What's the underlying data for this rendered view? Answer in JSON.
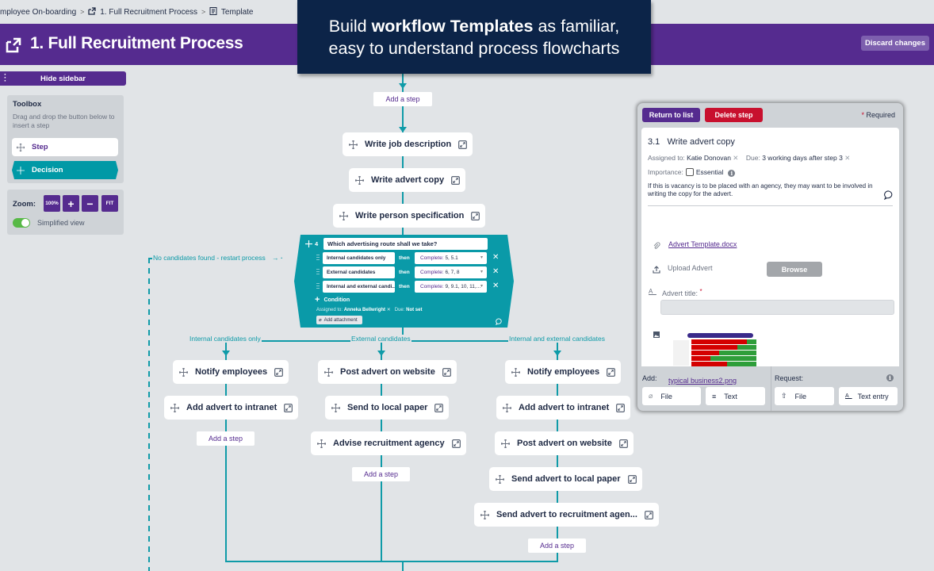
{
  "breadcrumb": {
    "items": [
      "mployee On-boarding",
      "1. Full Recruitment Process",
      "Template"
    ],
    "separator": ">"
  },
  "header": {
    "title": "1. Full Recruitment Process",
    "discard_label": "Discard changes"
  },
  "banner": {
    "line1_prefix": "Build ",
    "line1_bold": "workflow Templates",
    "line1_suffix": " as familiar,",
    "line2": "easy to understand process flowcharts"
  },
  "sidebar": {
    "hide_label": "Hide sidebar",
    "toolbox": {
      "title": "Toolbox",
      "description": "Drag and drop the button below to insert a step",
      "step_label": "Step",
      "decision_label": "Decision"
    },
    "zoom": {
      "label": "Zoom:",
      "reset_label": "100%",
      "in_label": "+",
      "out_label": "−",
      "fit_label": "FIT"
    },
    "simplified_view": {
      "label": "Simplified view",
      "enabled": true
    }
  },
  "flow": {
    "add_step_label": "Add a step",
    "steps_main": [
      "Write job description",
      "Write advert copy",
      "Write person specification"
    ],
    "decision": {
      "number": "4",
      "question": "Which advertising route shall we take?",
      "then_label": "then",
      "conditions": [
        {
          "label": "Internal candidates only",
          "action_prefix": "Complete:",
          "action": "5, 5.1"
        },
        {
          "label": "External candidates",
          "action_prefix": "Complete:",
          "action": "6, 7, 8"
        },
        {
          "label": "Internal and external candi...",
          "action_prefix": "Complete:",
          "action": "9, 9.1, 10, 11,..."
        }
      ],
      "add_condition_label": "Condition",
      "assigned_label": "Assigned to:",
      "assigned_value": "Anneka Bellwright",
      "due_label": "Due:",
      "due_value": "Not set",
      "add_attachment_label": "Add attachment"
    },
    "restart_label": "No candidates found - restart process",
    "branches": [
      {
        "label": "Internal candidates only",
        "steps": [
          "Notify employees",
          "Add advert to intranet"
        ]
      },
      {
        "label": "External candidates",
        "steps": [
          "Post advert on website",
          "Send to local paper",
          "Advise recruitment agency"
        ]
      },
      {
        "label": "Internal and external candidates",
        "steps": [
          "Notify employees",
          "Add advert to intranet",
          "Post advert on website",
          "Send advert to local paper",
          "Send advert to recruitment agen..."
        ]
      }
    ]
  },
  "panel": {
    "return_label": "Return to list",
    "delete_label": "Delete step",
    "required_label": "Required",
    "step_number": "3.1",
    "step_title": "Write advert copy",
    "assigned_label": "Assigned to:",
    "assigned_value": "Katie Donovan",
    "due_label": "Due:",
    "due_value": "3 working days after step 3",
    "importance_label": "Importance:",
    "essential_label": "Essential",
    "essential_checked": false,
    "description": "If this is vacancy is to be placed with an agency, they may want to be involved in writing the copy for the advert.",
    "attachment_link": "Advert Template.docx",
    "upload_label": "Upload Advert",
    "browse_label": "Browse",
    "advert_title_label": "Advert title:",
    "advert_title_value": "",
    "image_link": "typical business2.png",
    "add_label": "Add:",
    "add_file_label": "File",
    "add_text_label": "Text",
    "request_label": "Request:",
    "request_file_label": "File",
    "request_text_label": "Text entry"
  },
  "colors": {
    "brand_purple": "#552b8f",
    "flow_teal": "#0f9ba8",
    "danger_red": "#c8102e",
    "banner_navy": "#0c2448",
    "toggle_green": "#58b947"
  }
}
